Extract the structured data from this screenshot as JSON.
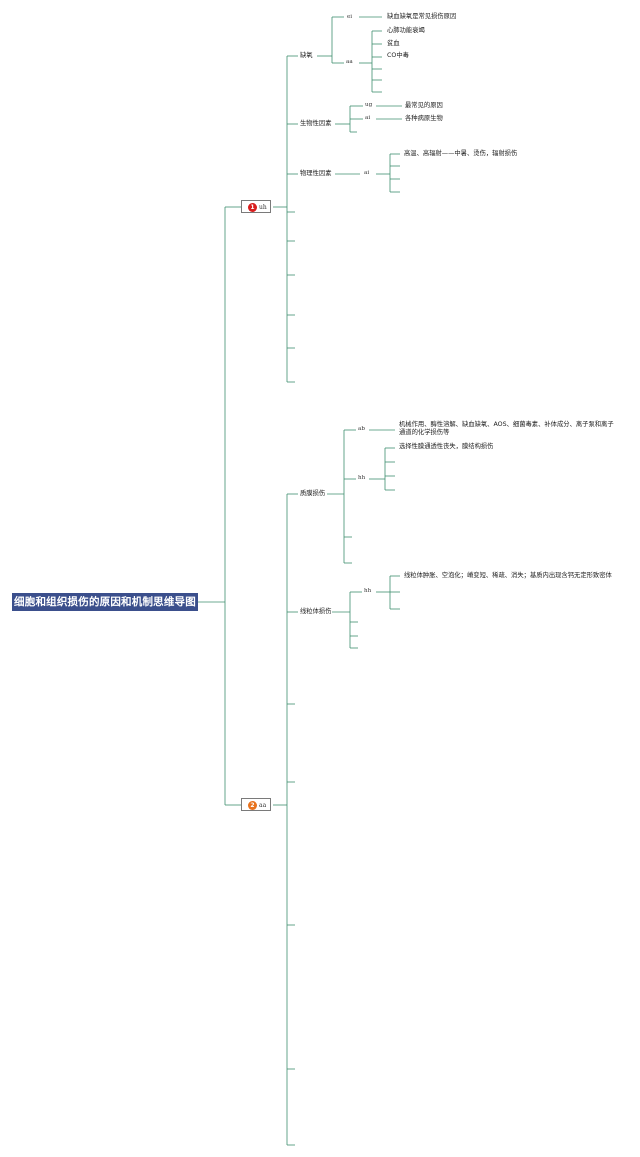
{
  "root": {
    "title": "细胞和组织损伤的原因和机制思维导图"
  },
  "nodes": {
    "n1": {
      "badge": "1",
      "label": "uh",
      "badge_color": "#d81e1e"
    },
    "n2": {
      "badge": "2",
      "label": "aa",
      "badge_color": "#e8731e"
    }
  },
  "branch1": {
    "hypoxia": {
      "label": "缺氧",
      "tag_a": "ei",
      "leaf_a": "缺血缺氧是常见损伤原因",
      "tag_b": "aa",
      "leaves_b": [
        "心肺功能衰竭",
        "贫血",
        "CO中毒"
      ]
    },
    "bio": {
      "label": "生物性因素",
      "tag_a": "ug",
      "leaf_a": "最常见的原因",
      "tag_b": "ai",
      "leaf_b": "各种病原生物"
    },
    "physical": {
      "label": "物理性因素",
      "tag": "ai",
      "leaf": "高温、高辐射——中暑、烫伤，辐射损伤"
    }
  },
  "branch2": {
    "membrane": {
      "label": "质膜损伤",
      "tag_a": "ab",
      "leaf_a": "机械作用、酶性溶解、缺血缺氧、AOS、细菌毒素、补体成分、离子泵和离子通道的化学损伤等",
      "tag_b": "hh",
      "leaf_b": "选择性膜通透性丧失，膜结构损伤"
    },
    "mito": {
      "label": "线粒体损伤",
      "tag": "hh",
      "leaf": "线粒体肿胀、空泡化；嵴变短、稀疏、消失；基质内出现含钙无定形致密体"
    }
  }
}
